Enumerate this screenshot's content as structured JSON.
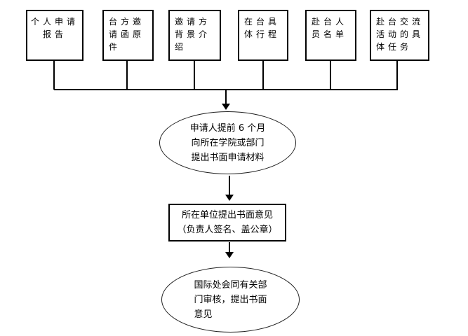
{
  "colors": {
    "background": "#ffffff",
    "line": "#000000",
    "text": "#000000"
  },
  "top_boxes": [
    {
      "text": "个人申请\n报告"
    },
    {
      "text": "台方邀\n请函原\n件"
    },
    {
      "text": "邀请方\n背景介\n绍"
    },
    {
      "text": "在台具\n体行程"
    },
    {
      "text": "赴台人\n员名单"
    },
    {
      "text": "赴台交流\n活动的具\n体任务"
    }
  ],
  "stages": [
    {
      "shape": "ellipse",
      "text": "申请人提前 6 个月\n向所在学院或部门\n提出书面申请材料"
    },
    {
      "shape": "rect",
      "text": "所在单位提出书面意见\n（负责人签名、盖公章）"
    },
    {
      "shape": "ellipse",
      "text": "国际处会同有关部\n门审核，提出书面\n意见"
    }
  ]
}
